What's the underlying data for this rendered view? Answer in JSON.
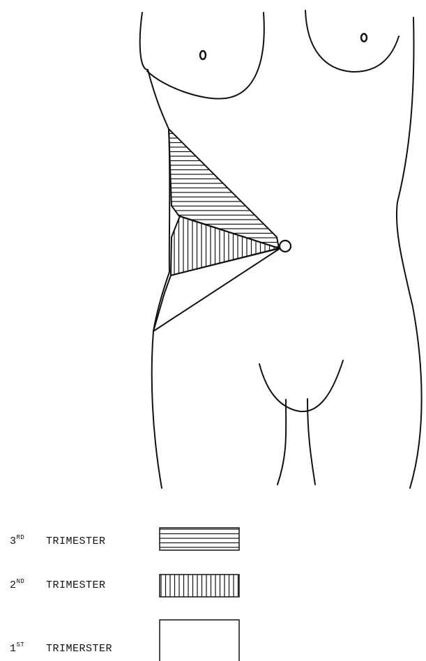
{
  "legend": [
    {
      "number": "3",
      "suffix": "RD",
      "label": "TRIMESTER",
      "pattern": "horizontal-hatch"
    },
    {
      "number": "2",
      "suffix": "ND",
      "label": "TRIMESTER",
      "pattern": "vertical-hatch"
    },
    {
      "number": "1",
      "suffix": "ST",
      "label": "TRIMERSTER",
      "pattern": "blank"
    }
  ],
  "colors": {
    "ink": "#111111",
    "background": "#ffffff"
  }
}
